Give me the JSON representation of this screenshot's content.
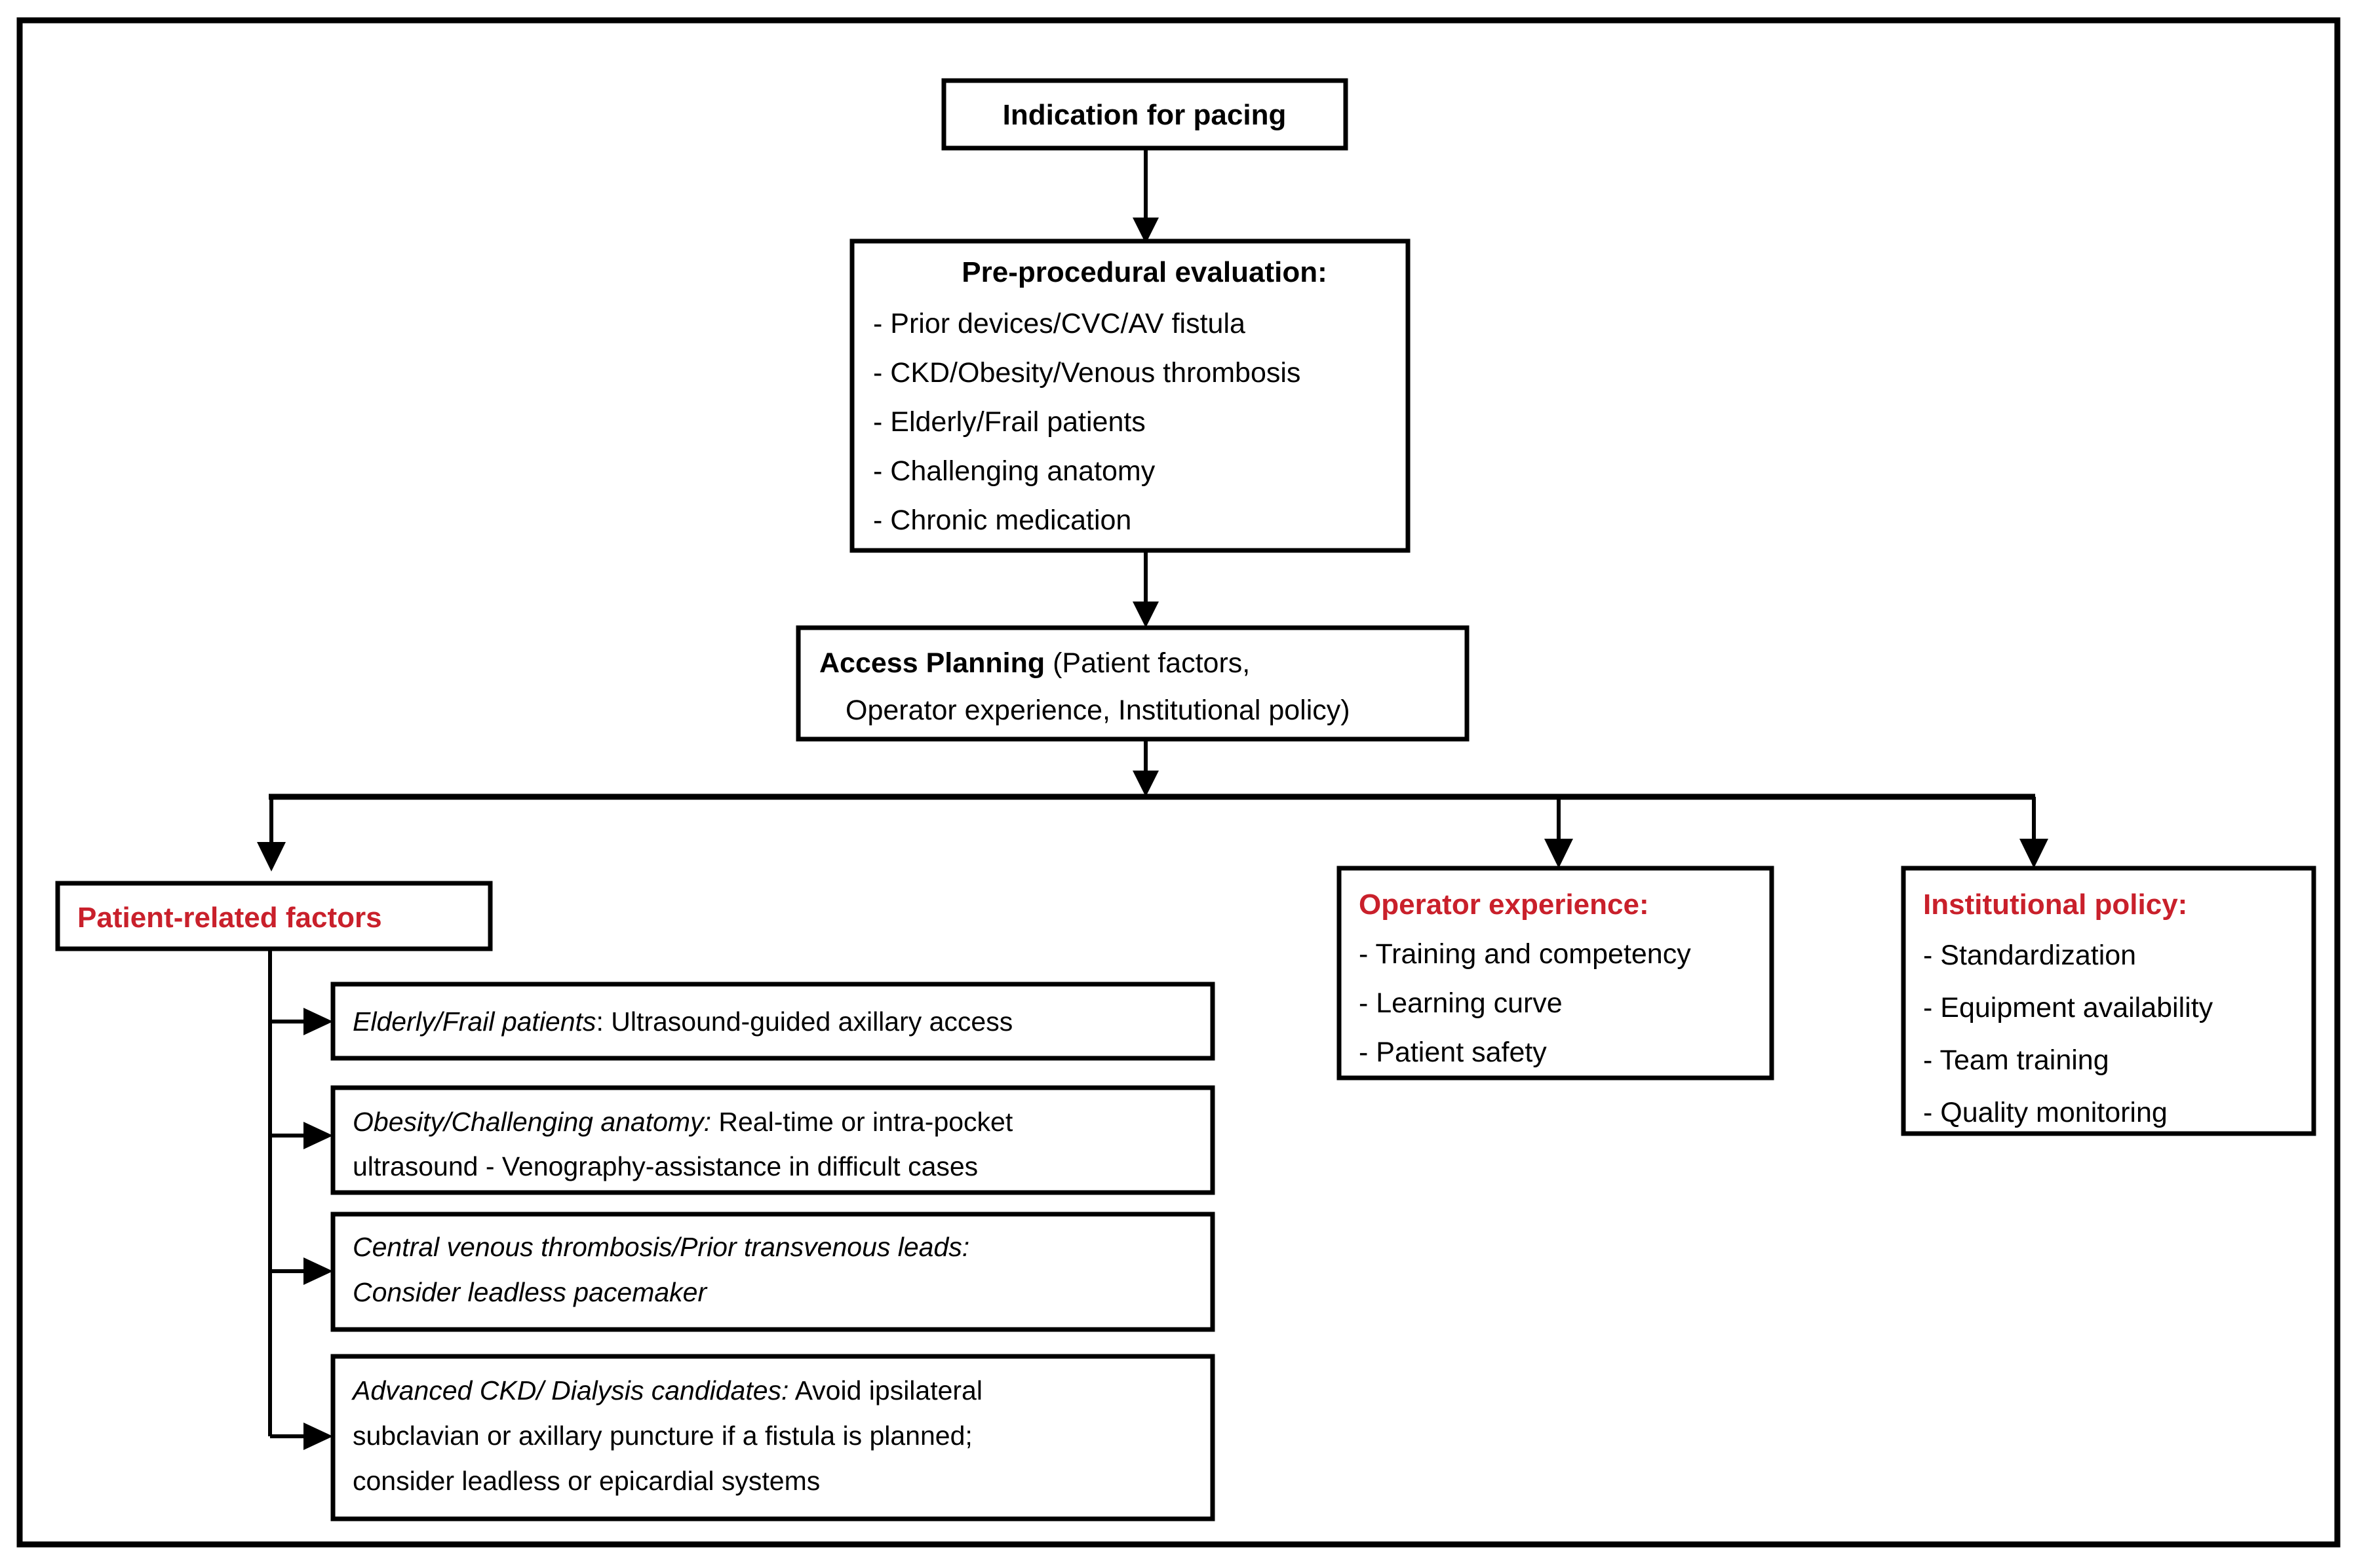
{
  "diagram": {
    "title_node": {
      "label": "Indication for pacing"
    },
    "preprocedural": {
      "heading": "Pre-procedural evaluation:",
      "items": [
        "- Prior devices/CVC/AV fistula",
        "- CKD/Obesity/Venous thrombosis",
        "- Elderly/Frail patients",
        "- Challenging anatomy",
        "- Chronic medication"
      ]
    },
    "access_planning": {
      "bold_label": "Access Planning",
      "line1_rest": " (Patient factors,",
      "line2": "Operator experience, Institutional policy)"
    },
    "branches": {
      "patient": {
        "heading": "Patient-related factors",
        "sub_boxes": [
          {
            "lead": "Elderly/Frail patients",
            "lines": [
              ": Ultrasound-guided axillary access"
            ]
          },
          {
            "lead": "Obesity/Challenging anatomy:",
            "lines": [
              " Real-time or intra-pocket",
              "ultrasound - Venography-assistance in difficult cases"
            ]
          },
          {
            "lead": "Central venous thrombosis/Prior transvenous leads:",
            "lines": [
              "Consider leadless pacemaker"
            ]
          },
          {
            "lead": "Advanced CKD/ Dialysis candidates:",
            "lines": [
              " Avoid ipsilateral",
              "subclavian or axillary puncture if a fistula is planned;",
              "consider leadless or epicardial systems"
            ]
          }
        ]
      },
      "operator": {
        "heading": "Operator experience:",
        "items": [
          "- Training and competency",
          "- Learning curve",
          "- Patient safety"
        ]
      },
      "institutional": {
        "heading": "Institutional policy:",
        "items": [
          "- Standardization",
          "- Equipment availability",
          "- Team training",
          "- Quality monitoring"
        ]
      }
    }
  },
  "colors": {
    "accent_red": "#C9202B",
    "line_black": "#000000",
    "background": "#FFFFFF"
  }
}
